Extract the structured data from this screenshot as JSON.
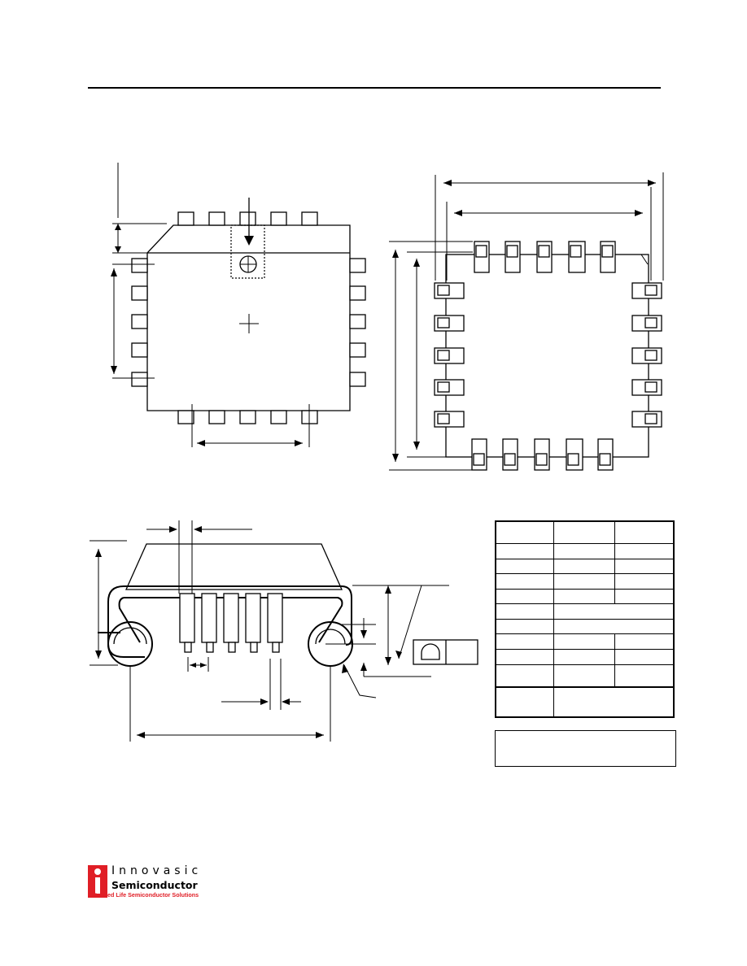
{
  "logo": {
    "company_line1": "Innovasic",
    "company_line2": "Semiconductor",
    "tagline": "Extended Life Semiconductor Solutions",
    "brand_color": "#e01e26"
  },
  "dimension_table": {
    "rows": [
      [
        "",
        "",
        ""
      ],
      [
        "",
        "",
        ""
      ],
      [
        "",
        "",
        ""
      ],
      [
        "",
        "",
        ""
      ],
      [
        "",
        "",
        ""
      ],
      [
        ""
      ],
      [
        ""
      ],
      [
        "",
        "",
        ""
      ],
      [
        "",
        "",
        ""
      ],
      [
        "",
        "",
        ""
      ],
      [
        ""
      ]
    ]
  },
  "note": {
    "text": ""
  }
}
